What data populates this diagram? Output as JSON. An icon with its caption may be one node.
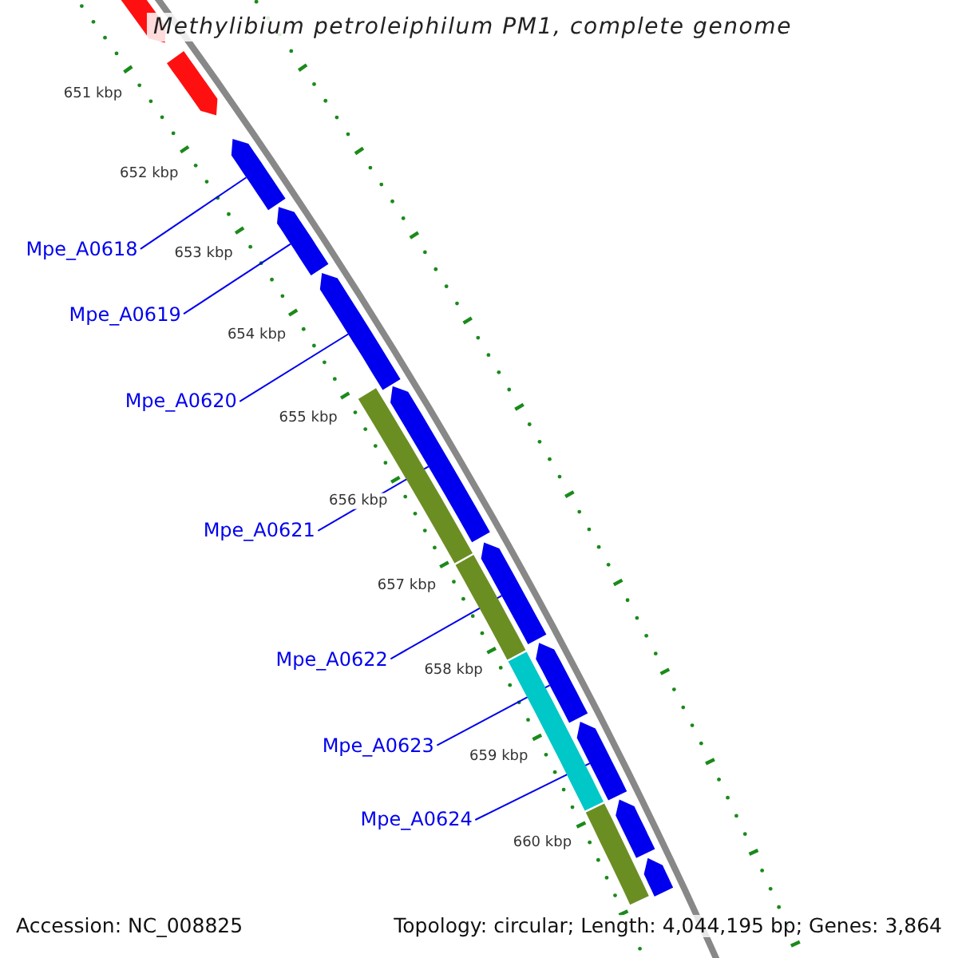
{
  "diagram": {
    "title": "Methylibium petroleiphilum PM1, complete genome",
    "nodes": [
      {
        "text": [
          "Mpe_A0618"
        ]
      },
      {
        "text": [
          "Mpe_A0619"
        ]
      },
      {
        "text": [
          "Mpe_A0620"
        ]
      },
      {
        "text": [
          "Mpe_A0621"
        ]
      },
      {
        "text": [
          "Mpe_A0622"
        ]
      },
      {
        "text": [
          "Mpe_A0623"
        ]
      },
      {
        "text": [
          "Mpe_A0624"
        ]
      },
      {
        "text": [],
        "shape": "arrow"
      },
      {
        "text": [],
        "shape": "arrow"
      },
      {
        "text": [],
        "shape": "arrow"
      },
      {
        "text": [],
        "shape": "arrow"
      },
      {
        "text": [],
        "shape": "arrow"
      },
      {
        "text": [],
        "shape": "arrow"
      },
      {
        "text": [],
        "shape": "arrow"
      },
      {
        "text": [],
        "shape": "arrow"
      },
      {
        "text": [],
        "shape": "arrow"
      },
      {
        "text": [],
        "shape": "arrow"
      },
      {
        "text": [],
        "shape": "arrow"
      },
      {
        "text": [],
        "shape": "bar"
      },
      {
        "text": [],
        "shape": "bar"
      },
      {
        "text": [],
        "shape": "bar"
      },
      {
        "text": [],
        "shape": "bar"
      }
    ],
    "edges": [
      {
        "from": 0,
        "to": 9,
        "arrow": "none"
      },
      {
        "from": 1,
        "to": 10,
        "arrow": "none"
      },
      {
        "from": 2,
        "to": 11,
        "arrow": "none"
      },
      {
        "from": 3,
        "to": 12,
        "arrow": "none"
      },
      {
        "from": 4,
        "to": 13,
        "arrow": "none"
      },
      {
        "from": 5,
        "to": 14,
        "arrow": "none"
      },
      {
        "from": 6,
        "to": 15,
        "arrow": "none"
      }
    ],
    "labels": [
      "651 kbp",
      "652 kbp",
      "653 kbp",
      "654 kbp",
      "655 kbp",
      "656 kbp",
      "657 kbp",
      "658 kbp",
      "659 kbp",
      "660 kbp",
      "Accession: NC_008825",
      "Topology: circular; Length: 4,044,195 bp; Genes: 3,864"
    ]
  }
}
